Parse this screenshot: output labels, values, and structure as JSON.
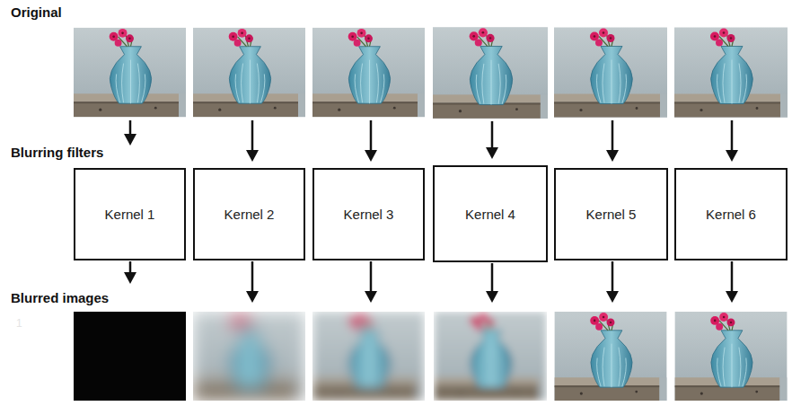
{
  "diagram": {
    "nodes": [
      {
        "text": [
          "Kernel 1"
        ]
      },
      {
        "text": [
          "Kernel 2"
        ]
      },
      {
        "text": [
          "Kernel 3"
        ]
      },
      {
        "text": [
          "Kernel 4"
        ]
      },
      {
        "text": [
          "Kernel 5"
        ]
      },
      {
        "text": [
          "Kernel 6"
        ]
      }
    ],
    "labels": [
      "Original",
      "Blurring filters",
      "Blurred images",
      "1"
    ]
  }
}
